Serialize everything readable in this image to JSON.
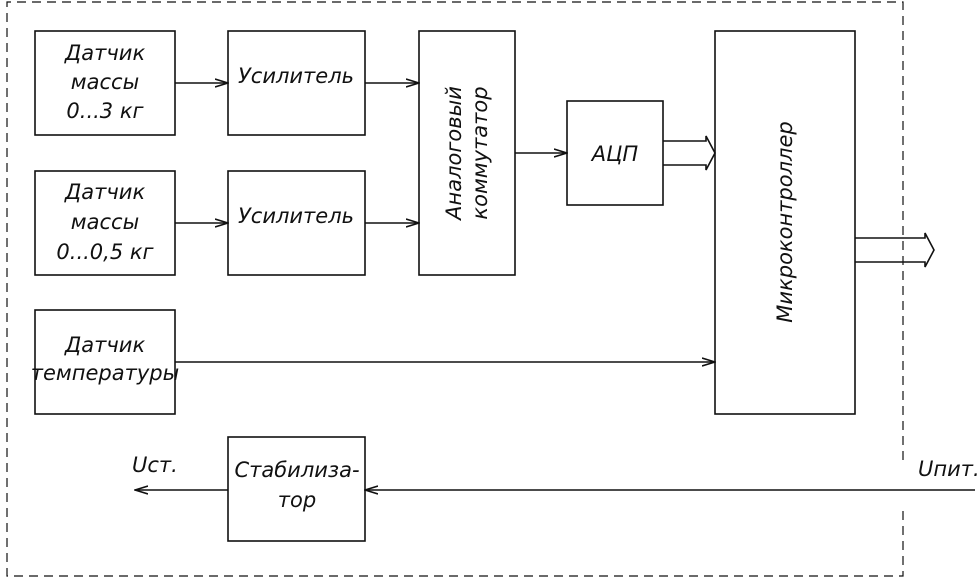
{
  "blocks": {
    "sensor_mass_3": [
      "Датчик",
      "массы",
      "0...3 кг"
    ],
    "sensor_mass_05": [
      "Датчик",
      "массы",
      "0...0,5 кг"
    ],
    "sensor_temp": [
      "Датчик",
      "температуры"
    ],
    "amp1": "Усилитель",
    "amp2": "Усилитель",
    "mux": [
      "Аналоговый",
      "коммутатор"
    ],
    "adc": "АЦП",
    "mcu": "Микроконтроллер",
    "stabilizer": [
      "Стабилиза-",
      "тор"
    ]
  },
  "signals": {
    "u_out": "Uст.",
    "u_in": "Uпит."
  }
}
